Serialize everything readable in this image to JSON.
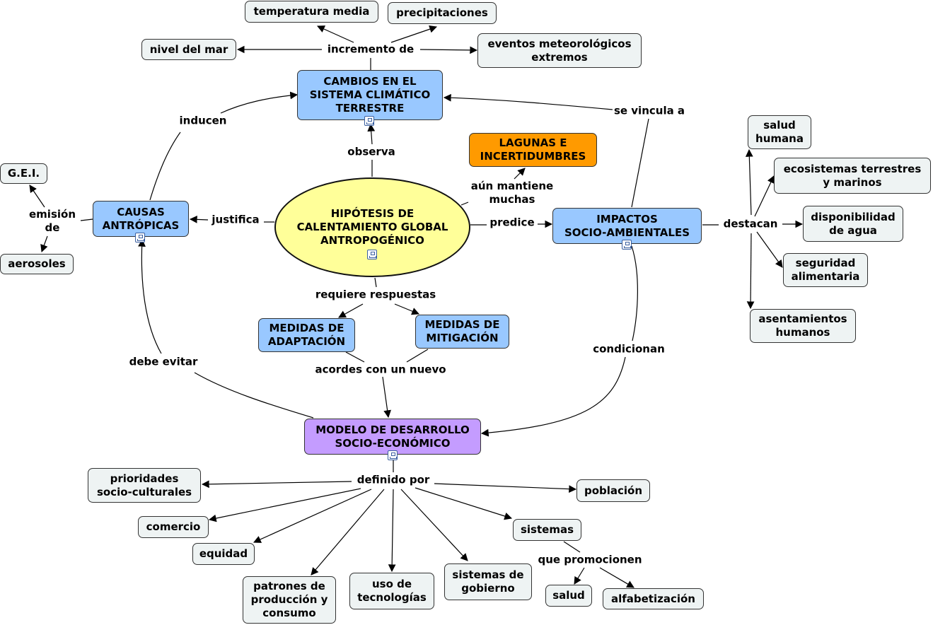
{
  "nodes": {
    "central": "HIPÓTESIS DE\nCALENTAMIENTO GLOBAL\nANTROPOGÉNICO",
    "cambios": "CAMBIOS EN EL\nSISTEMA CLIMÁTICO\nTERRESTRE",
    "causas": "CAUSAS\nANTRÓPICAS",
    "impactos": "IMPACTOS\nSOCIO-AMBIENTALES",
    "lagunas": "LAGUNAS E\nINCERTIDUMBRES",
    "adaptacion": "MEDIDAS DE\nADAPTACIÓN",
    "mitigacion": "MEDIDAS DE\nMITIGACIÓN",
    "modelo": "MODELO DE DESARROLLO\nSOCIO-ECONÓMICO",
    "temperatura": "temperatura media",
    "precipitaciones": "precipitaciones",
    "nivel_mar": "nivel del mar",
    "eventos": "eventos meteorológicos\nextremos",
    "gei": "G.E.I.",
    "aerosoles": "aerosoles",
    "salud_humana": "salud\nhumana",
    "ecosistemas": "ecosistemas terrestres\ny marinos",
    "agua": "disponibilidad\nde agua",
    "seguridad": "seguridad\nalimentaria",
    "asentamientos": "asentamientos\nhumanos",
    "prioridades": "prioridades\nsocio-culturales",
    "poblacion": "población",
    "comercio": "comercio",
    "equidad": "equidad",
    "sistemas": "sistemas",
    "patrones": "patrones de\nproducción y\nconsumo",
    "tecnologias": "uso de\ntecnologías",
    "gobierno": "sistemas de\ngobierno",
    "salud": "salud",
    "alfabetizacion": "alfabetización"
  },
  "links": {
    "incremento": "incremento de",
    "observa": "observa",
    "inducen": "inducen",
    "vincula": "se vincula a",
    "mantiene": "aún mantiene\nmuchas",
    "justifica": "justifica",
    "predice": "predice",
    "emision": "emisión\nde",
    "destacan": "destacan",
    "requiere": "requiere respuestas",
    "acordes": "acordes con un nuevo",
    "debe_evitar": "debe evitar",
    "condicionan": "condicionan",
    "definido": "definido por",
    "promocionen": "que promocionen"
  }
}
